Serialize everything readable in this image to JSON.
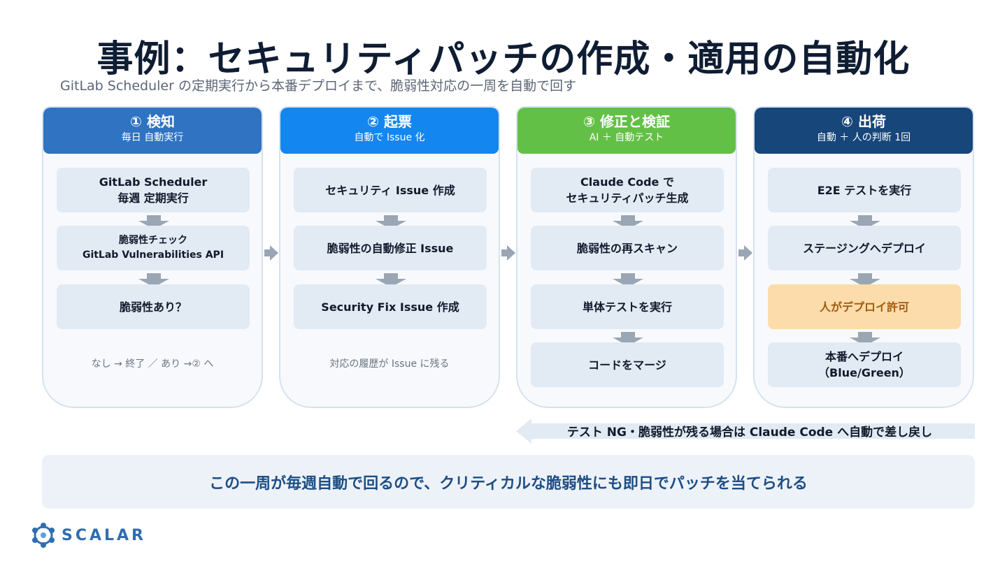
{
  "title": "事例：セキュリティパッチの作成・適用の自動化",
  "subtitle": "GitLab Scheduler の定期実行から本番デプロイまで、脆弱性対応の一周を自動で回す",
  "colors": {
    "col1": "#2f73c2",
    "col2": "#1486f0",
    "col3": "#63c046",
    "col4": "#17467a",
    "highlight": "#fbdcaa"
  },
  "columns": [
    {
      "title": "① 検知",
      "subtitle": "毎日 自動実行",
      "steps": [
        [
          "GitLab Scheduler",
          "毎週 定期実行"
        ],
        [
          "脆弱性チェック",
          "GitLab Vulnerabilities API"
        ],
        [
          "脆弱性あり？"
        ]
      ],
      "note": "なし → 終了 ／ あり →② へ"
    },
    {
      "title": "② 起票",
      "subtitle": "自動で Issue 化",
      "steps": [
        [
          "セキュリティ Issue 作成"
        ],
        [
          "脆弱性の自動修正 Issue"
        ],
        [
          "Security Fix Issue 作成"
        ]
      ],
      "note": "対応の履歴が Issue に残る"
    },
    {
      "title": "③ 修正と検証",
      "subtitle": "AI ＋ 自動テスト",
      "steps": [
        [
          "Claude Code で",
          "セキュリティパッチ生成"
        ],
        [
          "脆弱性の再スキャン"
        ],
        [
          "単体テストを実行"
        ],
        [
          "コードをマージ"
        ]
      ]
    },
    {
      "title": "④ 出荷",
      "subtitle": "自動 ＋ 人の判断 1回",
      "steps": [
        [
          "E2E テストを実行"
        ],
        [
          "ステージングへデプロイ"
        ],
        [
          "人がデプロイ許可"
        ],
        [
          "本番へデプロイ",
          "（Blue/Green）"
        ]
      ]
    }
  ],
  "feedback": "テスト NG・脆弱性が残る場合は Claude Code へ自動で差し戻し",
  "banner": "この一周が毎週自動で回るので、クリティカルな脆弱性にも即日でパッチを当てられる",
  "logo": "SCALAR"
}
